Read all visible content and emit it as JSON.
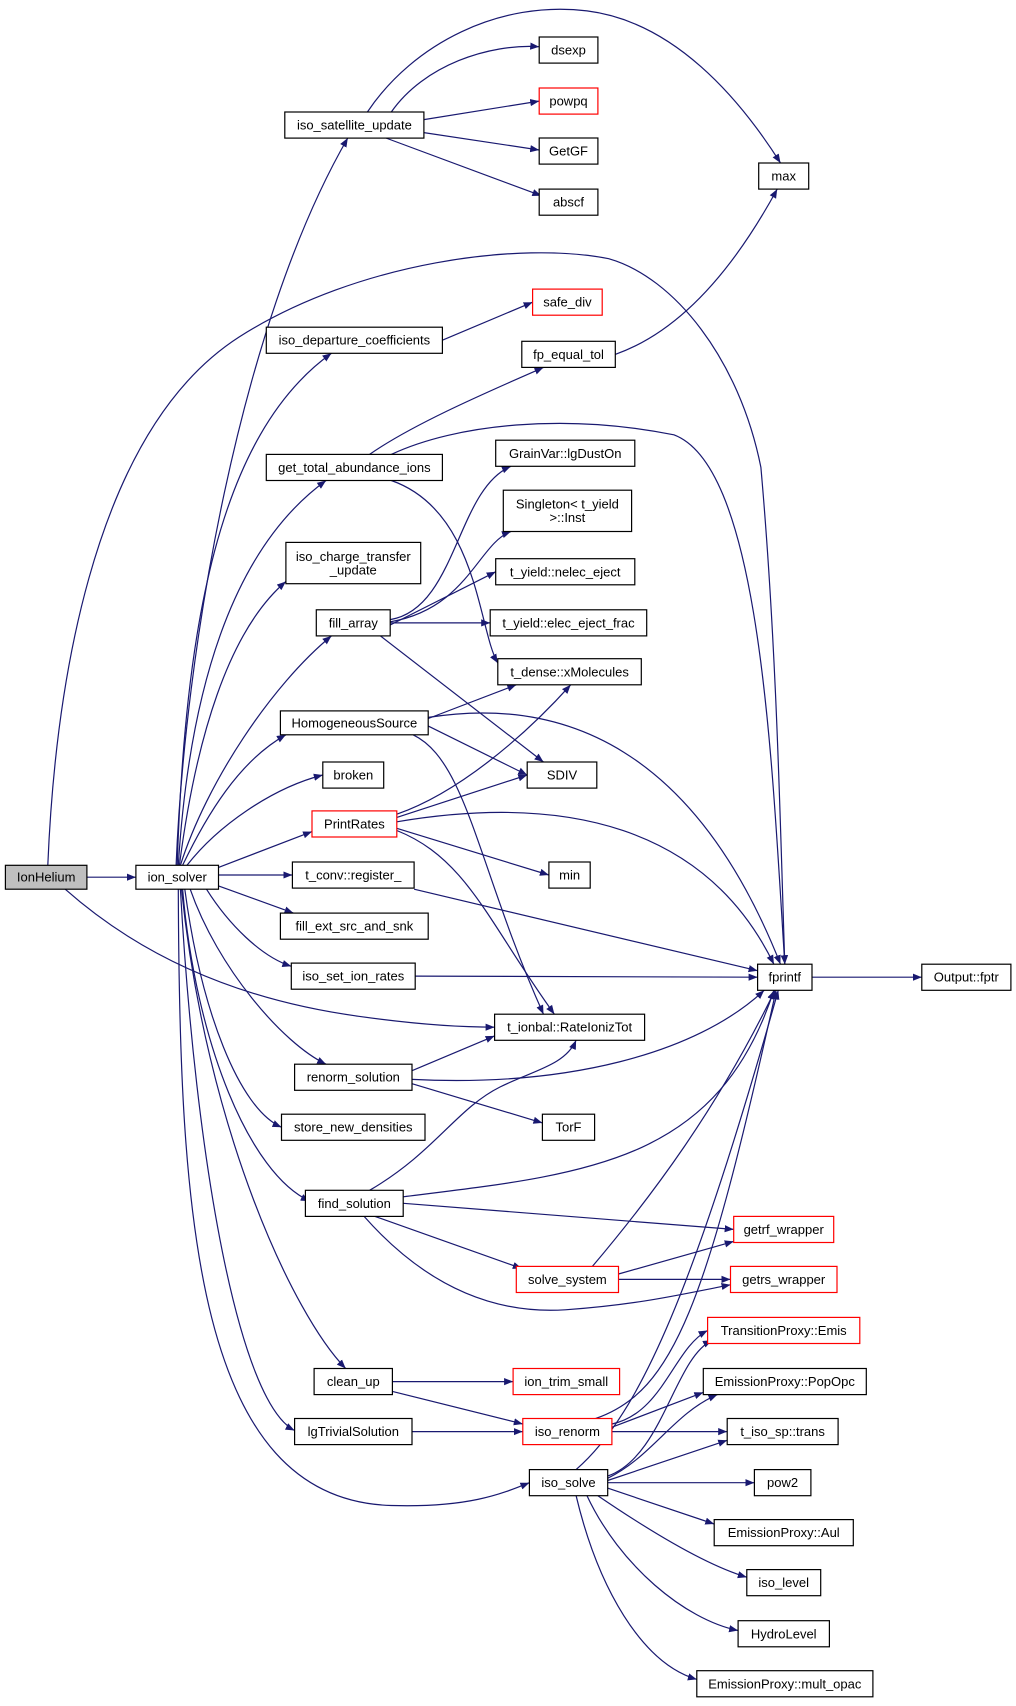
{
  "graph": {
    "nodes": {
      "ionhelium": {
        "lines": [
          "IonHelium"
        ],
        "root": true
      },
      "ion_solver": {
        "lines": [
          "ion_solver"
        ]
      },
      "iso_satellite_update": {
        "lines": [
          "iso_satellite_update"
        ]
      },
      "dsexp": {
        "lines": [
          "dsexp"
        ]
      },
      "powpq": {
        "lines": [
          "powpq"
        ],
        "red": true
      },
      "getgf": {
        "lines": [
          "GetGF"
        ]
      },
      "abscf": {
        "lines": [
          "abscf"
        ]
      },
      "max": {
        "lines": [
          "max"
        ]
      },
      "safe_div": {
        "lines": [
          "safe_div"
        ],
        "red": true
      },
      "iso_departure_coefficients": {
        "lines": [
          "iso_departure_coefficients"
        ]
      },
      "fp_equal_tol": {
        "lines": [
          "fp_equal_tol"
        ]
      },
      "grainvar_lgduston": {
        "lines": [
          "GrainVar::lgDustOn"
        ]
      },
      "get_total_abundance_ions": {
        "lines": [
          "get_total_abundance_ions"
        ]
      },
      "singleton_inst": {
        "lines": [
          "Singleton< t_yield",
          ">::Inst"
        ]
      },
      "iso_charge_transfer_update": {
        "lines": [
          "iso_charge_transfer",
          "_update"
        ]
      },
      "nelec_eject": {
        "lines": [
          "t_yield::nelec_eject"
        ]
      },
      "fill_array": {
        "lines": [
          "fill_array"
        ]
      },
      "elec_eject_frac": {
        "lines": [
          "t_yield::elec_eject_frac"
        ]
      },
      "xmolecules": {
        "lines": [
          "t_dense::xMolecules"
        ]
      },
      "homogeneoussource": {
        "lines": [
          "HomogeneousSource"
        ]
      },
      "broken": {
        "lines": [
          "broken"
        ]
      },
      "sdiv": {
        "lines": [
          "SDIV"
        ]
      },
      "printrates": {
        "lines": [
          "PrintRates"
        ],
        "red": true
      },
      "min": {
        "lines": [
          "min"
        ]
      },
      "t_conv_register": {
        "lines": [
          "t_conv::register_"
        ]
      },
      "fill_ext_src_and_snk": {
        "lines": [
          "fill_ext_src_and_snk"
        ]
      },
      "fprintf": {
        "lines": [
          "fprintf"
        ]
      },
      "output_fptr": {
        "lines": [
          "Output::fptr"
        ]
      },
      "iso_set_ion_rates": {
        "lines": [
          "iso_set_ion_rates"
        ]
      },
      "rateioniztot": {
        "lines": [
          "t_ionbal::RateIonizTot"
        ]
      },
      "renorm_solution": {
        "lines": [
          "renorm_solution"
        ]
      },
      "store_new_densities": {
        "lines": [
          "store_new_densities"
        ]
      },
      "torf": {
        "lines": [
          "TorF"
        ]
      },
      "find_solution": {
        "lines": [
          "find_solution"
        ]
      },
      "getrf_wrapper": {
        "lines": [
          "getrf_wrapper"
        ],
        "red": true
      },
      "solve_system": {
        "lines": [
          "solve_system"
        ],
        "red": true
      },
      "getrs_wrapper": {
        "lines": [
          "getrs_wrapper"
        ],
        "red": true
      },
      "transitionproxy_emis": {
        "lines": [
          "TransitionProxy::Emis"
        ],
        "red": true
      },
      "clean_up": {
        "lines": [
          "clean_up"
        ]
      },
      "ion_trim_small": {
        "lines": [
          "ion_trim_small"
        ],
        "red": true
      },
      "emissionproxy_popopc": {
        "lines": [
          "EmissionProxy::PopOpc"
        ]
      },
      "lgtrivialsolution": {
        "lines": [
          "lgTrivialSolution"
        ]
      },
      "iso_renorm": {
        "lines": [
          "iso_renorm"
        ],
        "red": true
      },
      "t_iso_sp_trans": {
        "lines": [
          "t_iso_sp::trans"
        ]
      },
      "iso_solve": {
        "lines": [
          "iso_solve"
        ]
      },
      "pow2": {
        "lines": [
          "pow2"
        ]
      },
      "emissionproxy_aul": {
        "lines": [
          "EmissionProxy::Aul"
        ]
      },
      "iso_level": {
        "lines": [
          "iso_level"
        ]
      },
      "hydrolevel": {
        "lines": [
          "HydroLevel"
        ]
      },
      "emissionproxy_mult_opac": {
        "lines": [
          "EmissionProxy::mult_opac"
        ]
      }
    },
    "edges": [
      [
        "ionhelium",
        "ion_solver"
      ],
      [
        "ionhelium",
        "fprintf"
      ],
      [
        "ionhelium",
        "rateioniztot"
      ],
      [
        "ion_solver",
        "iso_satellite_update"
      ],
      [
        "ion_solver",
        "iso_departure_coefficients"
      ],
      [
        "ion_solver",
        "get_total_abundance_ions"
      ],
      [
        "ion_solver",
        "iso_charge_transfer_update"
      ],
      [
        "ion_solver",
        "fill_array"
      ],
      [
        "ion_solver",
        "homogeneoussource"
      ],
      [
        "ion_solver",
        "broken"
      ],
      [
        "ion_solver",
        "printrates"
      ],
      [
        "ion_solver",
        "t_conv_register"
      ],
      [
        "ion_solver",
        "fill_ext_src_and_snk"
      ],
      [
        "ion_solver",
        "iso_set_ion_rates"
      ],
      [
        "ion_solver",
        "renorm_solution"
      ],
      [
        "ion_solver",
        "store_new_densities"
      ],
      [
        "ion_solver",
        "find_solution"
      ],
      [
        "ion_solver",
        "clean_up"
      ],
      [
        "ion_solver",
        "lgtrivialsolution"
      ],
      [
        "ion_solver",
        "iso_solve"
      ],
      [
        "iso_satellite_update",
        "dsexp"
      ],
      [
        "iso_satellite_update",
        "powpq"
      ],
      [
        "iso_satellite_update",
        "getgf"
      ],
      [
        "iso_satellite_update",
        "abscf"
      ],
      [
        "iso_satellite_update",
        "max"
      ],
      [
        "iso_departure_coefficients",
        "safe_div"
      ],
      [
        "get_total_abundance_ions",
        "fp_equal_tol"
      ],
      [
        "get_total_abundance_ions",
        "fprintf"
      ],
      [
        "get_total_abundance_ions",
        "xmolecules"
      ],
      [
        "fp_equal_tol",
        "max"
      ],
      [
        "fill_array",
        "grainvar_lgduston"
      ],
      [
        "fill_array",
        "singleton_inst"
      ],
      [
        "fill_array",
        "nelec_eject"
      ],
      [
        "fill_array",
        "elec_eject_frac"
      ],
      [
        "fill_array",
        "sdiv"
      ],
      [
        "homogeneoussource",
        "xmolecules"
      ],
      [
        "homogeneoussource",
        "sdiv"
      ],
      [
        "homogeneoussource",
        "fprintf"
      ],
      [
        "homogeneoussource",
        "rateioniztot"
      ],
      [
        "printrates",
        "sdiv"
      ],
      [
        "printrates",
        "xmolecules"
      ],
      [
        "printrates",
        "min"
      ],
      [
        "printrates",
        "fprintf"
      ],
      [
        "printrates",
        "rateioniztot"
      ],
      [
        "t_conv_register",
        "fprintf"
      ],
      [
        "iso_set_ion_rates",
        "fprintf"
      ],
      [
        "fprintf",
        "output_fptr"
      ],
      [
        "renorm_solution",
        "rateioniztot"
      ],
      [
        "renorm_solution",
        "fprintf"
      ],
      [
        "renorm_solution",
        "torf"
      ],
      [
        "find_solution",
        "rateioniztot"
      ],
      [
        "find_solution",
        "fprintf"
      ],
      [
        "find_solution",
        "getrf_wrapper"
      ],
      [
        "find_solution",
        "solve_system"
      ],
      [
        "find_solution",
        "getrs_wrapper"
      ],
      [
        "solve_system",
        "getrf_wrapper"
      ],
      [
        "solve_system",
        "getrs_wrapper"
      ],
      [
        "solve_system",
        "fprintf"
      ],
      [
        "clean_up",
        "ion_trim_small"
      ],
      [
        "clean_up",
        "iso_renorm"
      ],
      [
        "lgtrivialsolution",
        "iso_renorm"
      ],
      [
        "iso_renorm",
        "fprintf"
      ],
      [
        "iso_renorm",
        "transitionproxy_emis"
      ],
      [
        "iso_renorm",
        "emissionproxy_popopc"
      ],
      [
        "iso_renorm",
        "t_iso_sp_trans"
      ],
      [
        "iso_solve",
        "fprintf"
      ],
      [
        "iso_solve",
        "transitionproxy_emis"
      ],
      [
        "iso_solve",
        "emissionproxy_popopc"
      ],
      [
        "iso_solve",
        "t_iso_sp_trans"
      ],
      [
        "iso_solve",
        "pow2"
      ],
      [
        "iso_solve",
        "emissionproxy_aul"
      ],
      [
        "iso_solve",
        "iso_level"
      ],
      [
        "iso_solve",
        "hydrolevel"
      ],
      [
        "iso_solve",
        "emissionproxy_mult_opac"
      ]
    ]
  }
}
